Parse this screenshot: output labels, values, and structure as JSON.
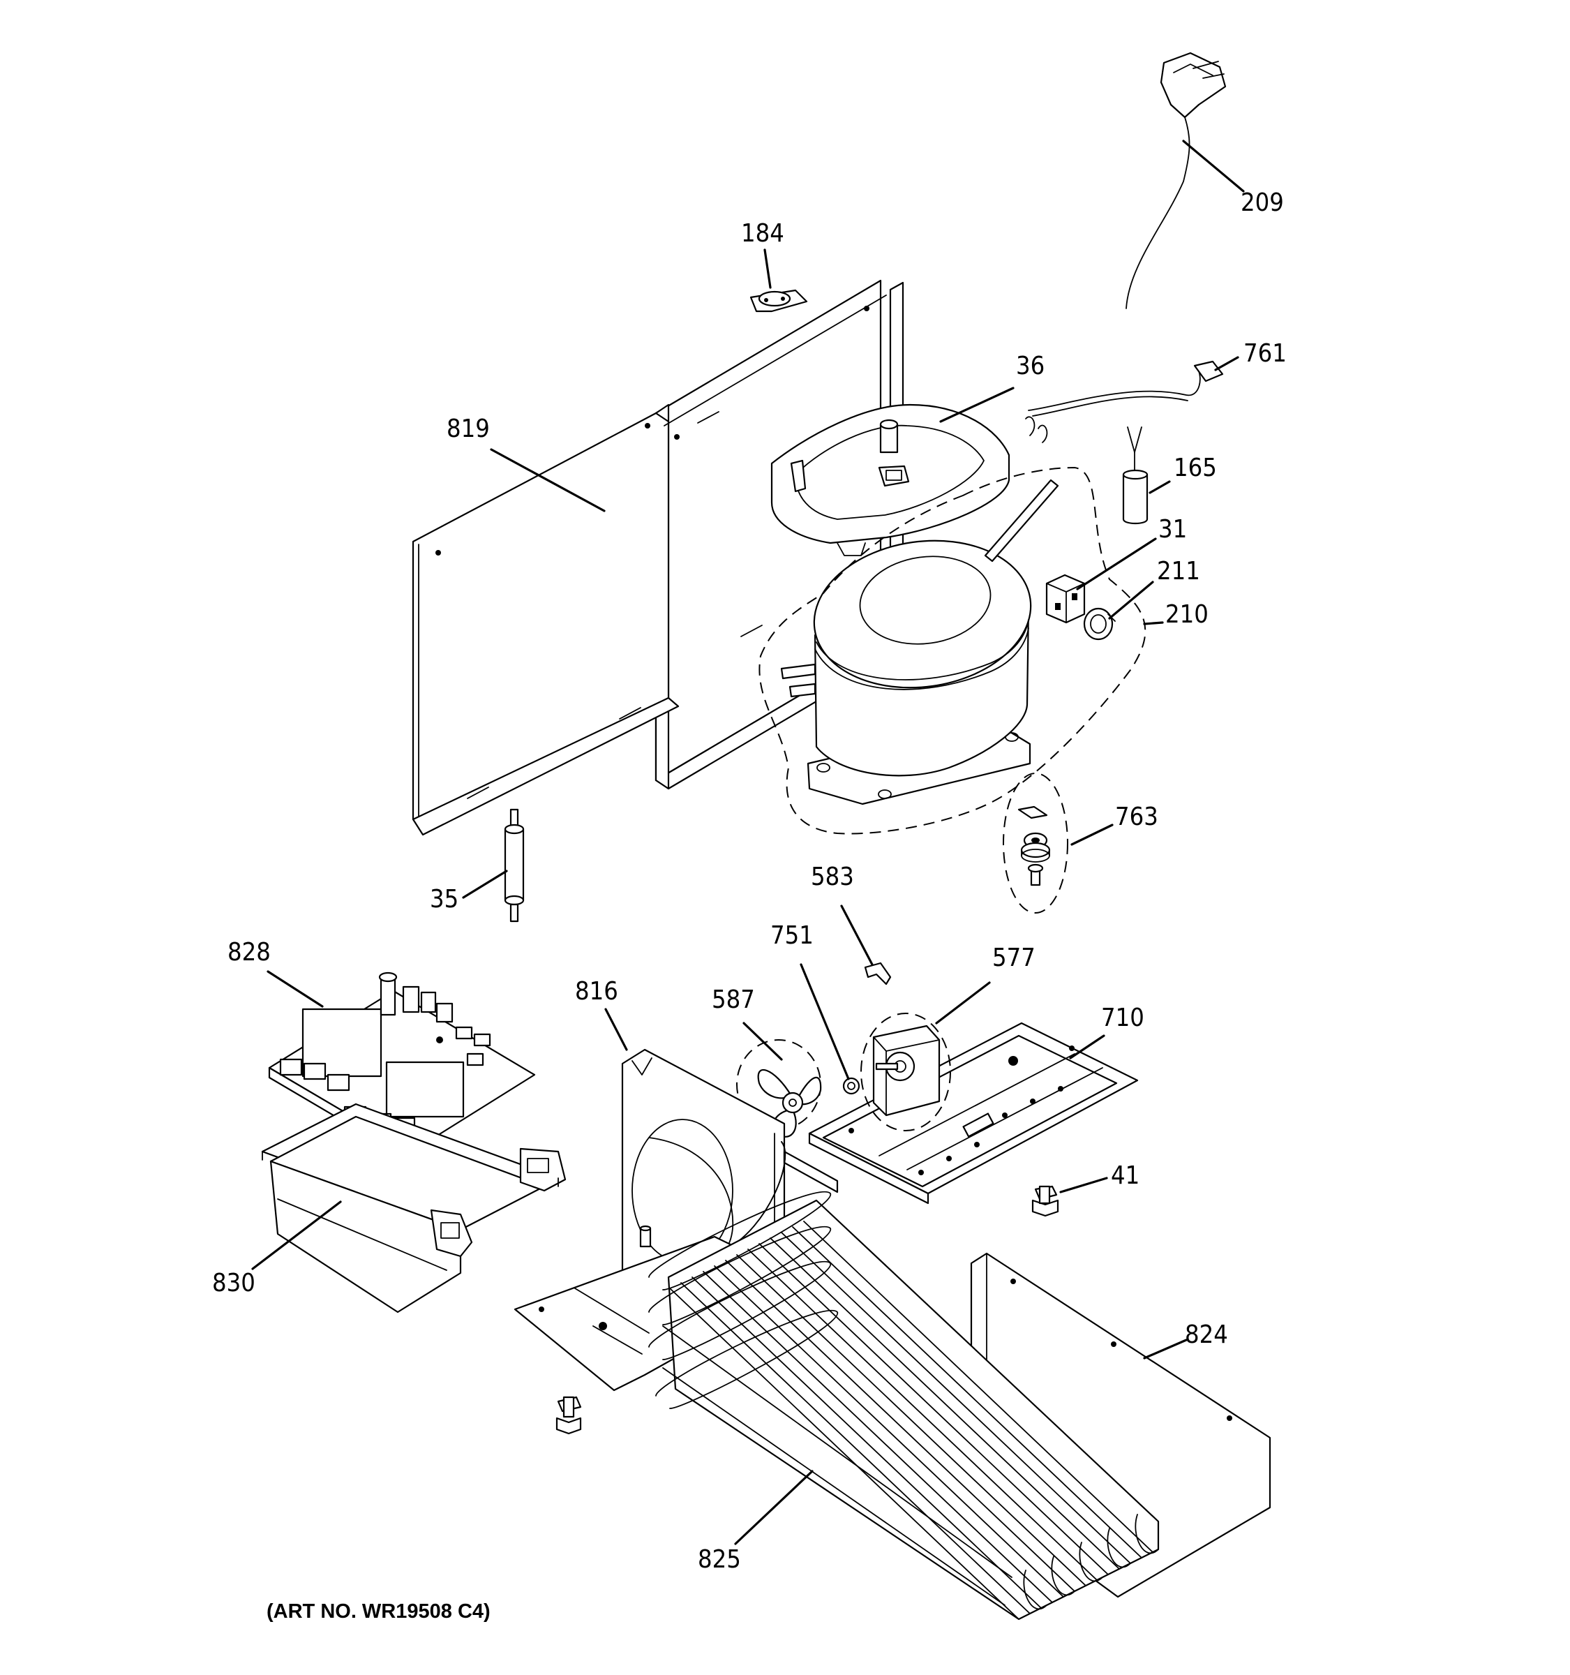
{
  "art_number": "(ART NO. WR19508 C4)",
  "callouts": [
    {
      "id": "209",
      "label": "209"
    },
    {
      "id": "184",
      "label": "184"
    },
    {
      "id": "761",
      "label": "761"
    },
    {
      "id": "36",
      "label": "36"
    },
    {
      "id": "819",
      "label": "819"
    },
    {
      "id": "165",
      "label": "165"
    },
    {
      "id": "31",
      "label": "31"
    },
    {
      "id": "211",
      "label": "211"
    },
    {
      "id": "210",
      "label": "210"
    },
    {
      "id": "763",
      "label": "763"
    },
    {
      "id": "583",
      "label": "583"
    },
    {
      "id": "35",
      "label": "35"
    },
    {
      "id": "751",
      "label": "751"
    },
    {
      "id": "577",
      "label": "577"
    },
    {
      "id": "828",
      "label": "828"
    },
    {
      "id": "816",
      "label": "816"
    },
    {
      "id": "587",
      "label": "587"
    },
    {
      "id": "710",
      "label": "710"
    },
    {
      "id": "41",
      "label": "41"
    },
    {
      "id": "830",
      "label": "830"
    },
    {
      "id": "824",
      "label": "824"
    },
    {
      "id": "825",
      "label": "825"
    }
  ]
}
